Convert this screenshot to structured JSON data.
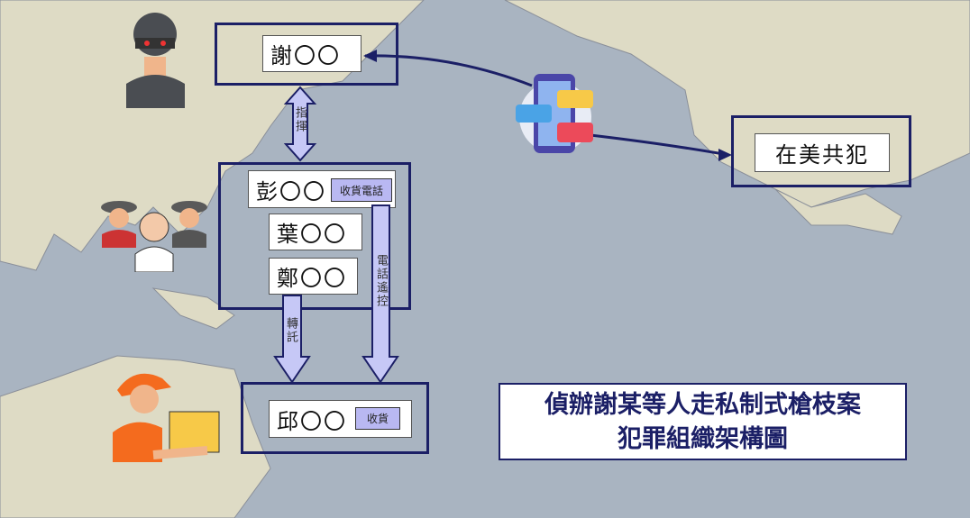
{
  "leader": {
    "name": "謝〇〇"
  },
  "accomplice": {
    "name": "在美共犯"
  },
  "group": {
    "members": [
      {
        "name": "彭〇〇",
        "tag": "收貨電話"
      },
      {
        "name": "葉〇〇"
      },
      {
        "name": "鄭〇〇"
      }
    ]
  },
  "receiver": {
    "name": "邱〇〇",
    "tag": "收貨"
  },
  "arrows": {
    "command": "指揮",
    "entrust": "轉託",
    "remote": "電話遙控"
  },
  "title": {
    "line1": "偵辦謝某等人走私制式槍枝案",
    "line2": "犯罪組織架構圖"
  },
  "colors": {
    "frame": "#1b1f66",
    "arrow": "#c6c8f6",
    "land": "#dedbc5",
    "ocean": "#a9b4c1"
  }
}
